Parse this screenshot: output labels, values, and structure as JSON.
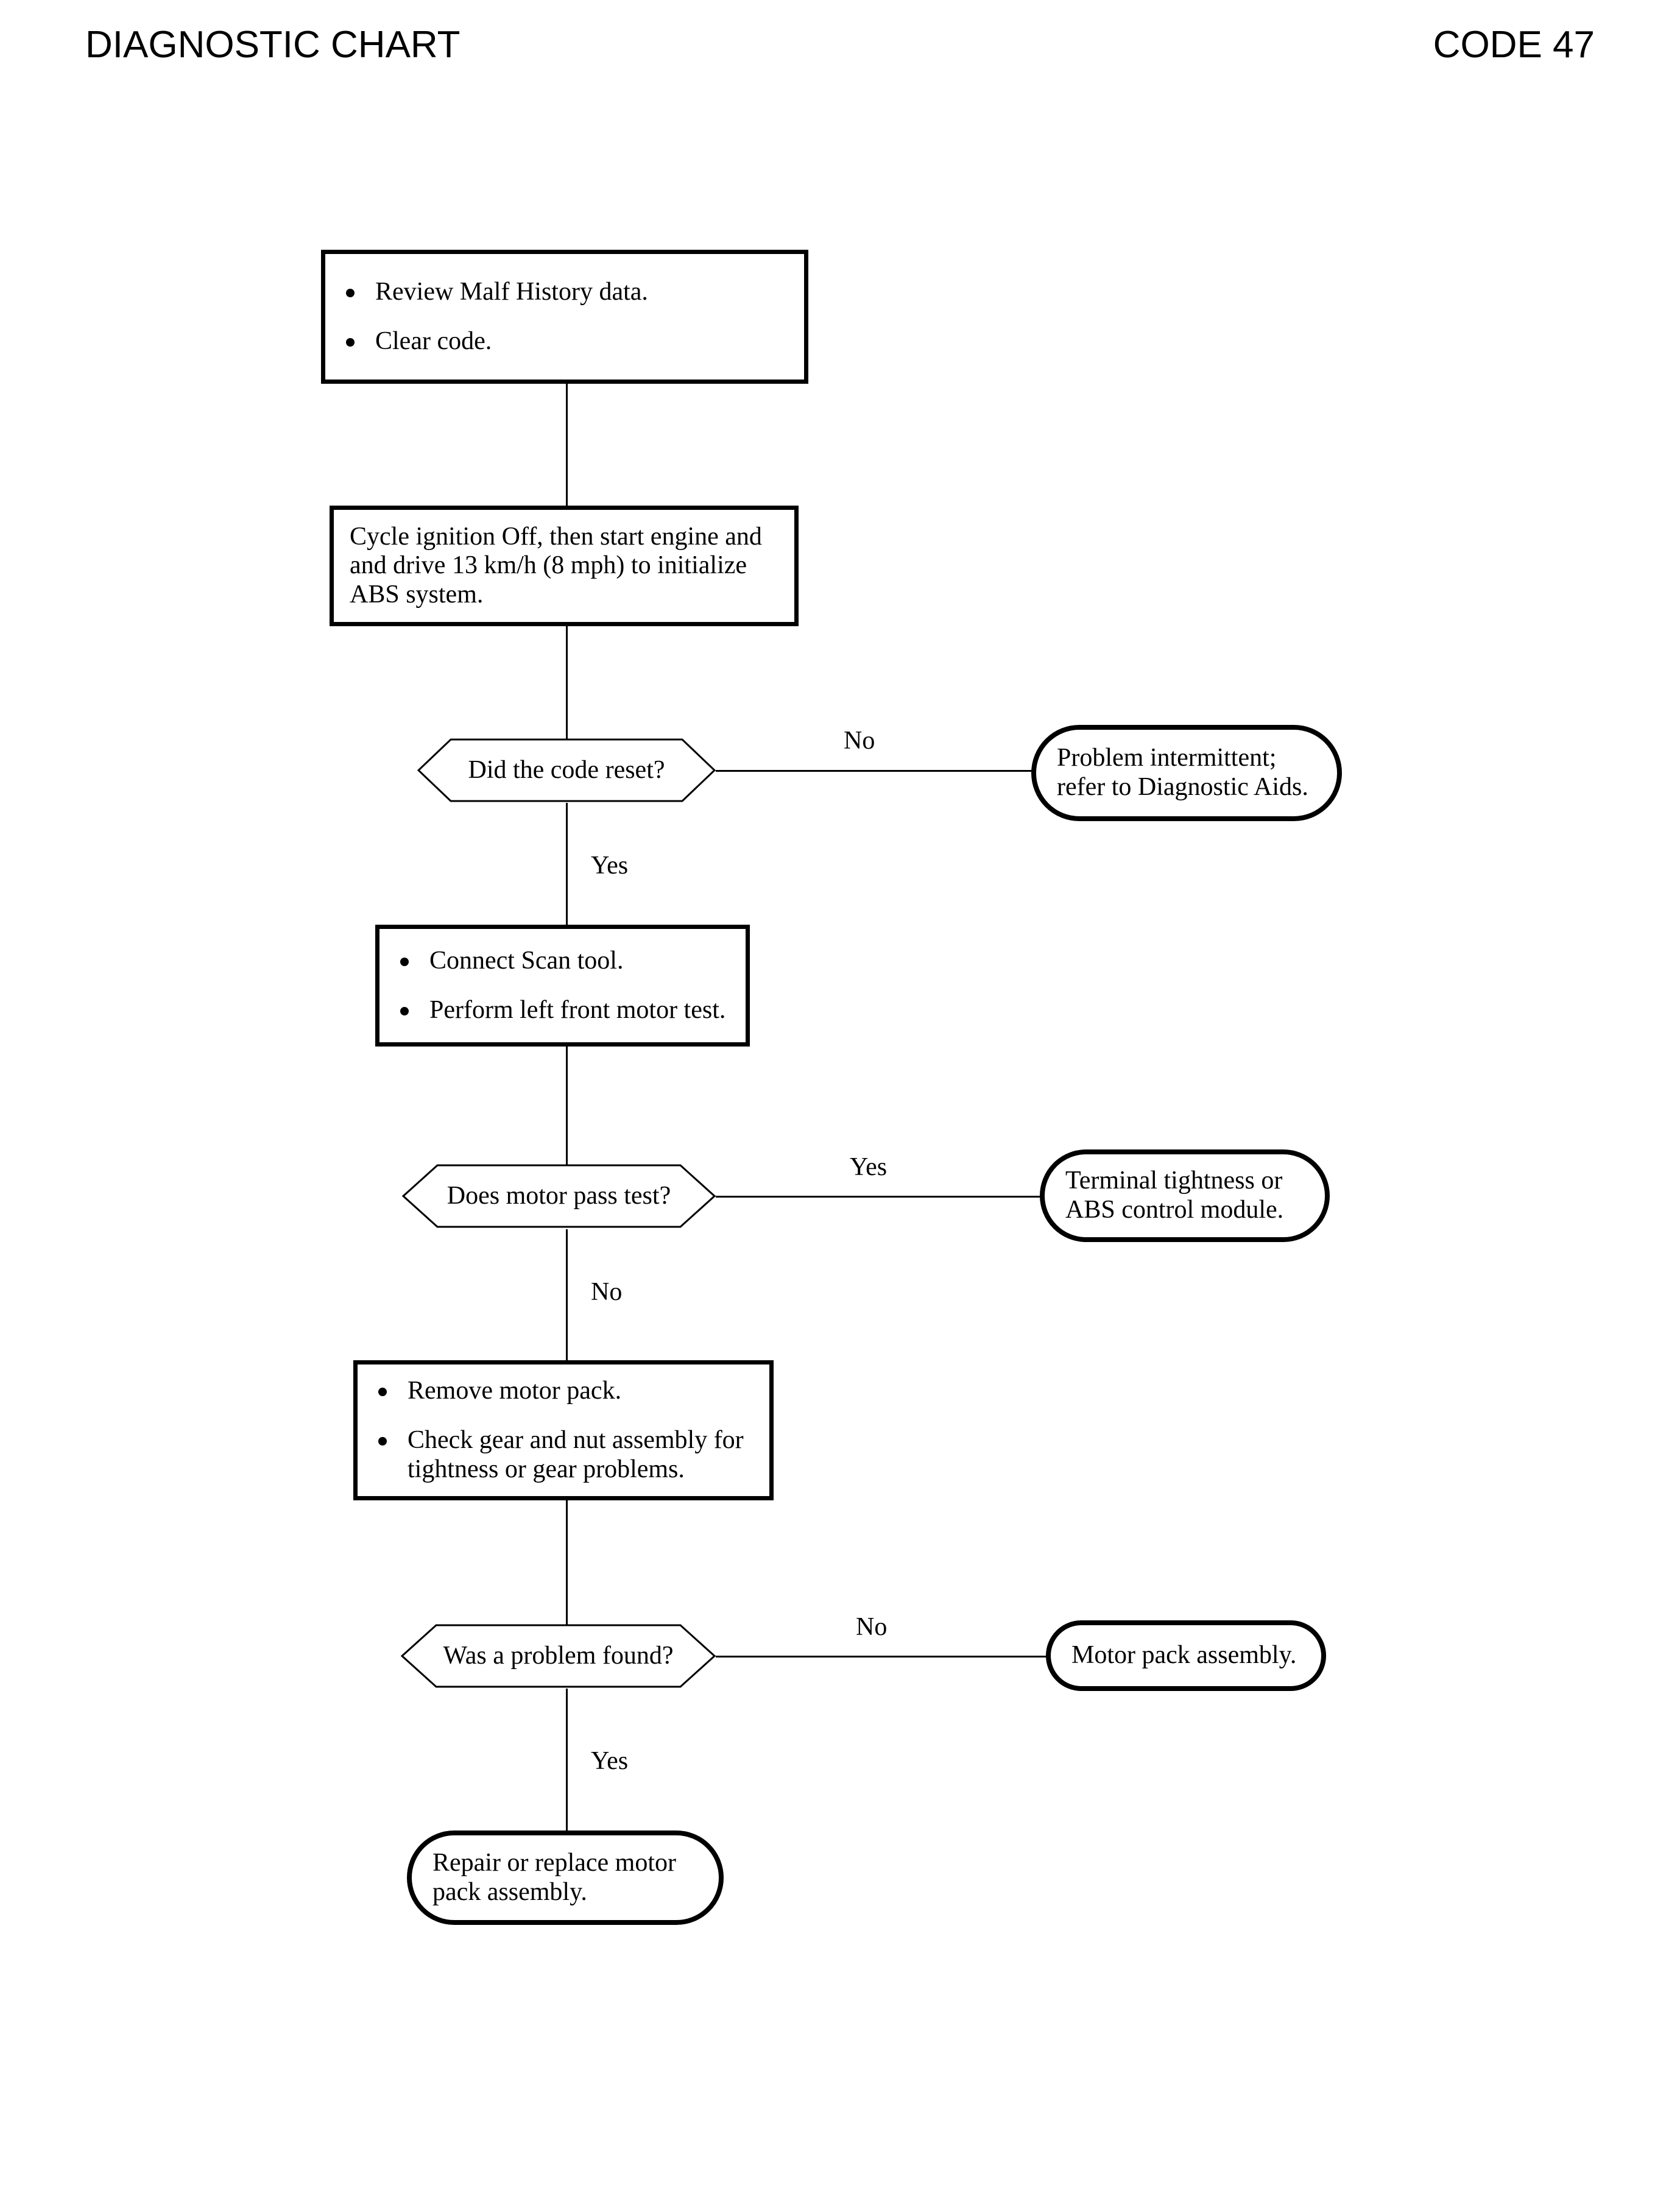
{
  "header": {
    "title": "DIAGNOSTIC CHART",
    "code": "CODE 47"
  },
  "chart_data": {
    "type": "flowchart",
    "title": "DIAGNOSTIC CHART",
    "code": "CODE 47",
    "orientation": "top-to-bottom with right-side branches",
    "nodes": [
      {
        "id": "step1",
        "shape": "process",
        "bullets": [
          "Review Malf History data.",
          "Clear code."
        ]
      },
      {
        "id": "step2",
        "shape": "process",
        "text": "Cycle ignition Off, then start engine and and drive 13 km/h (8 mph) to initialize ABS system.",
        "lines": [
          "Cycle ignition Off, then start engine and",
          "and drive 13 km/h (8 mph) to initialize",
          "ABS system."
        ]
      },
      {
        "id": "decision1",
        "shape": "decision",
        "text": "Did the code reset?"
      },
      {
        "id": "terminal1",
        "shape": "terminal",
        "lines": [
          "Problem intermittent;",
          "refer to Diagnostic Aids."
        ]
      },
      {
        "id": "step3",
        "shape": "process",
        "bullets": [
          "Connect Scan tool.",
          "Perform left front motor test."
        ]
      },
      {
        "id": "decision2",
        "shape": "decision",
        "text": "Does motor pass test?"
      },
      {
        "id": "terminal2",
        "shape": "terminal",
        "lines": [
          "Terminal tightness or",
          "ABS control module."
        ]
      },
      {
        "id": "step4",
        "shape": "process",
        "bullets": [
          "Remove motor pack.",
          "Check gear and nut assembly for tightness or gear problems."
        ]
      },
      {
        "id": "decision3",
        "shape": "decision",
        "text": "Was a problem found?"
      },
      {
        "id": "terminal3",
        "shape": "terminal",
        "lines": [
          "Motor pack assembly."
        ]
      },
      {
        "id": "terminal4",
        "shape": "terminal",
        "lines": [
          "Repair or replace motor",
          "pack assembly."
        ]
      }
    ],
    "edges": [
      {
        "from": "step1",
        "to": "step2",
        "label": ""
      },
      {
        "from": "step2",
        "to": "decision1",
        "label": ""
      },
      {
        "from": "decision1",
        "to": "terminal1",
        "label": "No"
      },
      {
        "from": "decision1",
        "to": "step3",
        "label": "Yes"
      },
      {
        "from": "step3",
        "to": "decision2",
        "label": ""
      },
      {
        "from": "decision2",
        "to": "terminal2",
        "label": "Yes"
      },
      {
        "from": "decision2",
        "to": "step4",
        "label": "No"
      },
      {
        "from": "step4",
        "to": "decision3",
        "label": ""
      },
      {
        "from": "decision3",
        "to": "terminal3",
        "label": "No"
      },
      {
        "from": "decision3",
        "to": "terminal4",
        "label": "Yes"
      }
    ]
  },
  "steps": {
    "step1": {
      "bullet1": "Review Malf History data.",
      "bullet2": "Clear code."
    },
    "step2": {
      "line1": "Cycle ignition Off, then start engine and",
      "line2": "and drive 13 km/h (8 mph) to initialize",
      "line3": "ABS system."
    },
    "step3": {
      "bullet1": "Connect Scan tool.",
      "bullet2": "Perform left front motor test."
    },
    "step4": {
      "bullet1": "Remove motor pack.",
      "bullet2": "Check gear and nut assembly for",
      "bullet2b": "tightness or gear problems."
    }
  },
  "decisions": {
    "decision1": "Did the code reset?",
    "decision2": "Does motor pass test?",
    "decision3": "Was a problem found?"
  },
  "terminals": {
    "terminal1": {
      "line1": "Problem intermittent;",
      "line2": "refer to Diagnostic Aids."
    },
    "terminal2": {
      "line1": "Terminal tightness or",
      "line2": "ABS control module."
    },
    "terminal3": {
      "line1": "Motor pack assembly."
    },
    "terminal4": {
      "line1": "Repair or replace motor",
      "line2": "pack assembly."
    }
  },
  "labels": {
    "no1": "No",
    "yes1": "Yes",
    "yes2": "Yes",
    "no2": "No",
    "no3": "No",
    "yes3": "Yes"
  },
  "colors": {
    "ink": "#000000",
    "paper": "#ffffff"
  }
}
